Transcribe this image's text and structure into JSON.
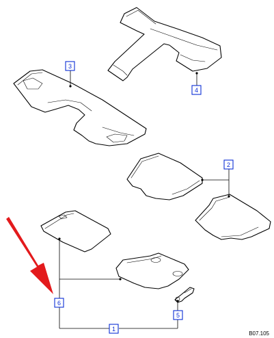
{
  "callouts": [
    "1",
    "2",
    "3",
    "4",
    "5",
    "6"
  ],
  "drawing_code": "B07.105",
  "colors": {
    "callout": "#0b2dd6",
    "indicator_arrow": "#e31a1c",
    "line": "#000000",
    "background": "#ffffff"
  },
  "indicator": {
    "shape": "arrow",
    "points_to_callout": "6"
  }
}
